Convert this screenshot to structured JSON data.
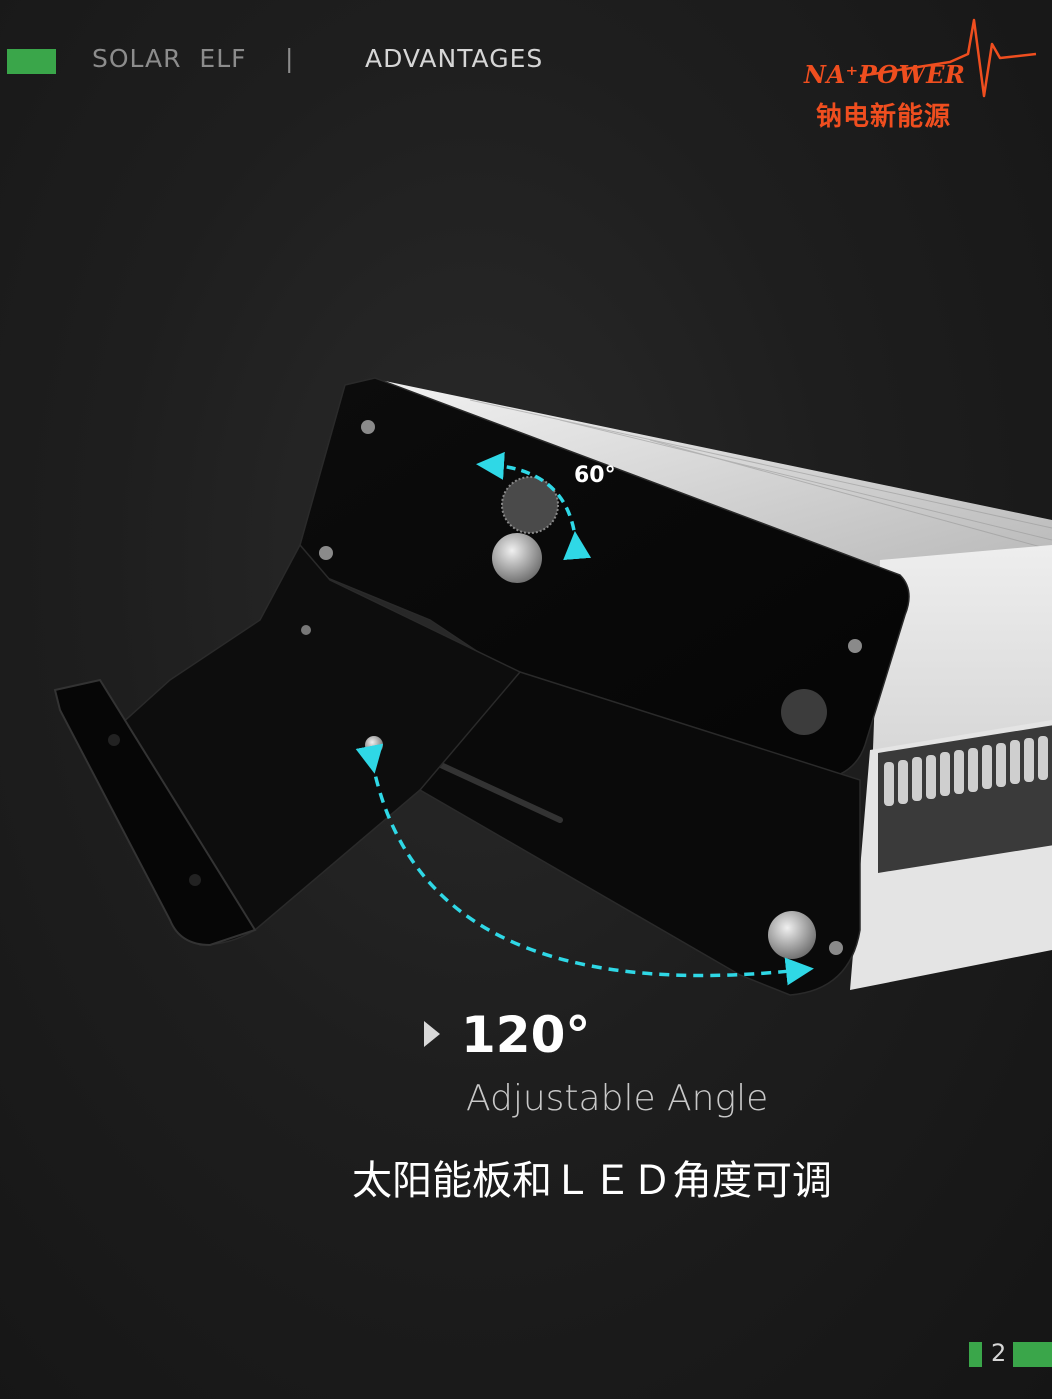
{
  "header": {
    "brand": "SOLAR  ELF",
    "separator": "|",
    "section": "ADVANTAGES"
  },
  "logo": {
    "en": "NA⁺POWER",
    "cn": "钠电新能源"
  },
  "diagram": {
    "small_angle": "60°"
  },
  "feature": {
    "angle": "120°",
    "label_en": "Adjustable Angle",
    "label_cn": "太阳能板和ＬＥＤ角度可调"
  },
  "page": {
    "number": "2"
  },
  "colors": {
    "accent_green": "#3aa64a",
    "logo_orange": "#ef4e1f",
    "arrow_cyan": "#2fd8e6"
  }
}
